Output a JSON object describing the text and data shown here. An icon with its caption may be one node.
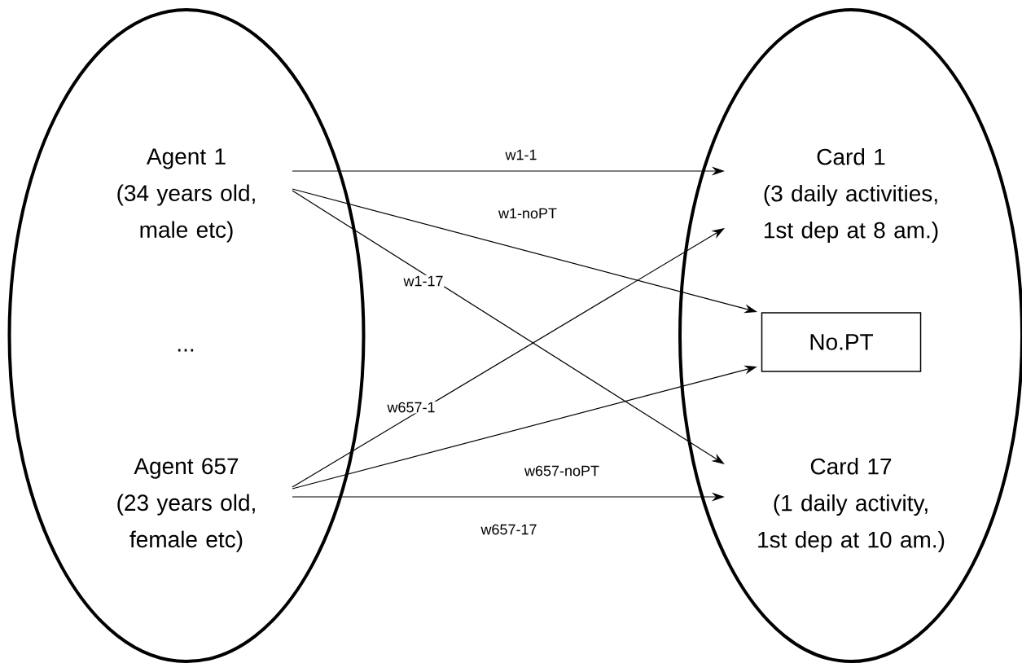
{
  "diagram": {
    "nodes": [
      {
        "text": [],
        "shape": "ellipse"
      },
      {
        "text": [
          "Agent 1",
          "(34 years old, male etc)"
        ],
        "in": 0
      },
      {
        "text": [
          "Agent 657",
          "(23 years old, female etc)"
        ],
        "in": 0
      },
      {
        "text": [],
        "shape": "ellipse"
      },
      {
        "text": [
          "Card 1",
          "(3 daily activities, 1st dep at 8 am.)"
        ],
        "in": 3
      },
      {
        "text": [
          "No.PT"
        ],
        "in": 3
      },
      {
        "text": [
          "Card 17",
          "(1 daily activity, 1st dep at 10 am.)"
        ],
        "in": 3
      }
    ],
    "edges": [
      {
        "from": 1,
        "to": 4,
        "arrow": "to",
        "label": "w1-1"
      },
      {
        "from": 1,
        "to": 5,
        "arrow": "to",
        "label": "w1-noPT"
      },
      {
        "from": 1,
        "to": 6,
        "arrow": "to",
        "label": "w1-17"
      },
      {
        "from": 2,
        "to": 4,
        "arrow": "to",
        "label": "w657-1"
      },
      {
        "from": 2,
        "to": 5,
        "arrow": "to",
        "label": "w657-noPT"
      },
      {
        "from": 2,
        "to": 6,
        "arrow": "to",
        "label": "w657-17"
      }
    ],
    "labels": [
      "..."
    ]
  }
}
